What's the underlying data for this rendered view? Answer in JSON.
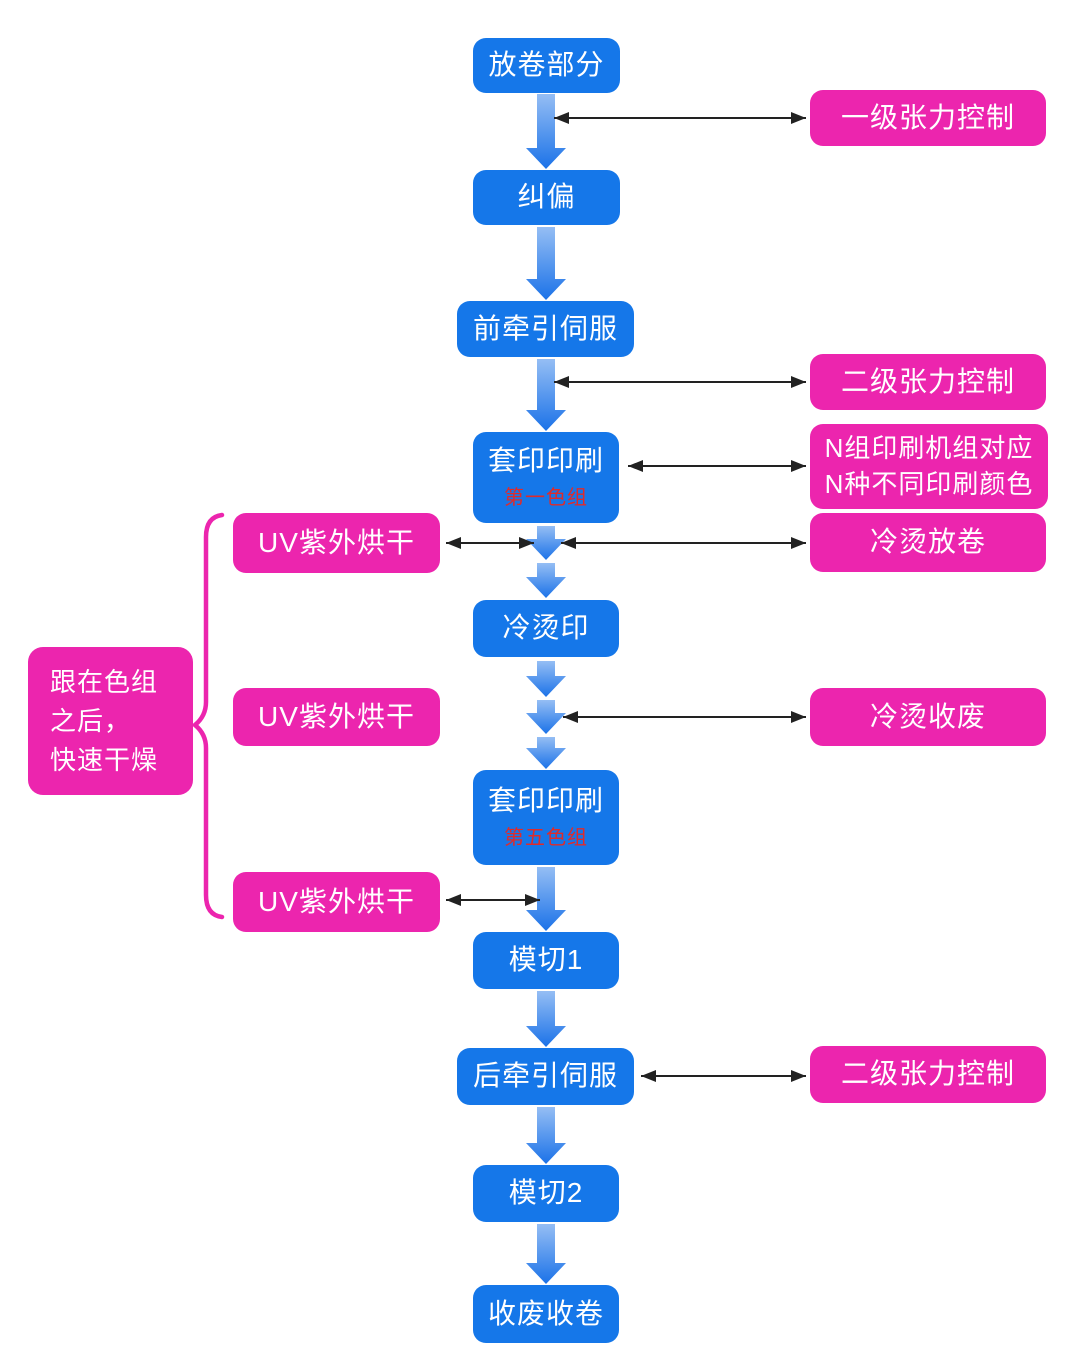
{
  "colors": {
    "node_blue": "#1577e9",
    "side_pink": "#ec25ae",
    "sub_red": "#df2b2b",
    "arrow_black": "#222222",
    "arrow_blue_light": "#95bef4",
    "arrow_blue_dark": "#1b72e8"
  },
  "flow": {
    "nodes": [
      {
        "label": "放卷部分"
      },
      {
        "label": "纠偏"
      },
      {
        "label": "前牵引伺服"
      },
      {
        "label": "套印印刷",
        "sublabel": "第一色组"
      },
      {
        "label": "冷烫印"
      },
      {
        "label": "套印印刷",
        "sublabel": "第五色组"
      },
      {
        "label": "模切1"
      },
      {
        "label": "后牵引伺服"
      },
      {
        "label": "模切2"
      },
      {
        "label": "收废收卷"
      }
    ],
    "right_notes": [
      {
        "lines": [
          "一级张力控制"
        ]
      },
      {
        "lines": [
          "二级张力控制"
        ]
      },
      {
        "lines": [
          "N组印刷机组对应",
          "N种不同印刷颜色"
        ]
      },
      {
        "lines": [
          "冷烫放卷"
        ]
      },
      {
        "lines": [
          "冷烫收废"
        ]
      },
      {
        "lines": [
          "二级张力控制"
        ]
      }
    ],
    "left_notes": [
      {
        "label": "UV紫外烘干"
      },
      {
        "label": "UV紫外烘干"
      },
      {
        "label": "UV紫外烘干"
      }
    ],
    "annotation": {
      "lines": [
        "跟在色组",
        "之后，",
        "快速干燥"
      ]
    }
  }
}
